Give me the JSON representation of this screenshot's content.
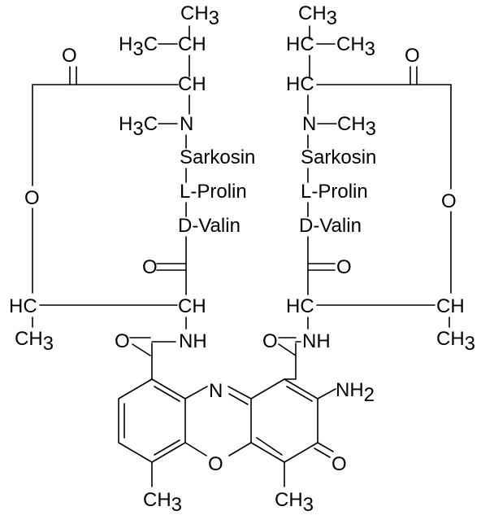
{
  "structure": {
    "left_chain": {
      "ch3_top": "CH",
      "ch3_top_sub": "3",
      "h3c_left": "H",
      "h3c_left_sub": "3",
      "h3c_left_c": "C",
      "ch_branch": "CH",
      "ch_alpha": "CH",
      "n_methyl_h": "H",
      "n_methyl_sub": "3",
      "n_methyl_c": "C",
      "n_atom": "N",
      "sarkosin": "Sarkosin",
      "prolin": "L-Prolin",
      "valin": "D-Valin",
      "carbonyl_o": "O",
      "ester_o": "O",
      "ester_ring_o": "O",
      "ch_bottom_left": "HC",
      "ch3_bottom_left": "CH",
      "ch3_bottom_left_sub": "3",
      "ch_alpha_thr": "CH",
      "amide_o": "O",
      "amide_nh": "NH"
    },
    "right_chain": {
      "ch3_top": "CH",
      "ch3_top_sub": "3",
      "hc_branch": "HC",
      "ch3_right": "CH",
      "ch3_right_sub": "3",
      "hc_alpha": "HC",
      "n_atom": "N",
      "n_methyl": "CH",
      "n_methyl_sub": "3",
      "sarkosin": "Sarkosin",
      "prolin": "L-Prolin",
      "valin": "D-Valin",
      "carbonyl_o": "O",
      "ester_o": "O",
      "ester_ring_o": "O",
      "ch_bottom_right": "CH",
      "ch3_bottom_right": "CH",
      "ch3_bottom_right_sub": "3",
      "hc_alpha_thr": "HC",
      "amide_o": "O",
      "amide_nh": "NH"
    },
    "chromophore": {
      "ring_n": "N",
      "ring_o": "O",
      "nh2": "NH",
      "nh2_sub": "2",
      "keto_o": "O",
      "methyl_left": "CH",
      "methyl_left_sub": "3",
      "methyl_right": "CH",
      "methyl_right_sub": "3"
    }
  }
}
